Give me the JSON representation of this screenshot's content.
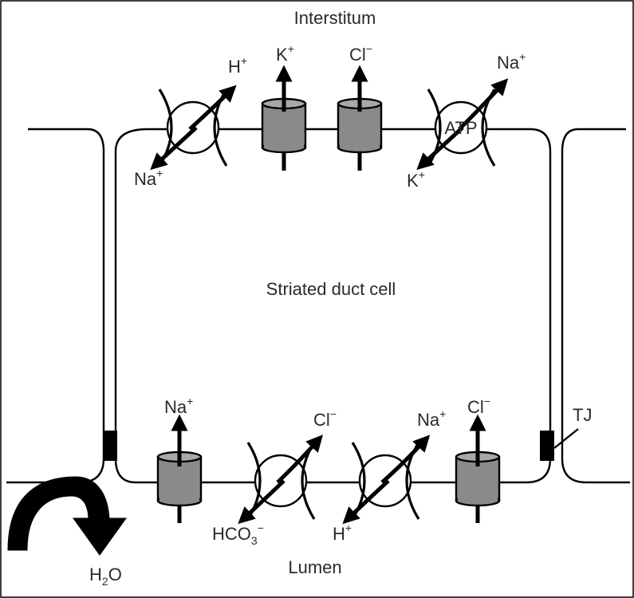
{
  "labels": {
    "interstitum": "Interstitum",
    "lumen": "Lumen",
    "cell": "Striated duct cell",
    "tj": "TJ",
    "atp": "ATP",
    "water": {
      "base": "H",
      "sub": "2",
      "tail": "O"
    }
  },
  "ions": {
    "top_exchanger_out": {
      "base": "H",
      "sup": "+"
    },
    "top_exchanger_in": {
      "base": "Na",
      "sup": "+"
    },
    "top_k_channel": {
      "base": "K",
      "sup": "+"
    },
    "top_cl_channel": {
      "base": "Cl",
      "sup": "−"
    },
    "pump_out": {
      "base": "Na",
      "sup": "+"
    },
    "pump_in": {
      "base": "K",
      "sup": "+"
    },
    "bottom_na_channel": {
      "base": "Na",
      "sup": "+"
    },
    "bottom_ae_in": {
      "base": "Cl",
      "sup": "−"
    },
    "bottom_ae_out": {
      "base": "HCO",
      "sub": "3",
      "sup": "−"
    },
    "bottom_nhe_in": {
      "base": "Na",
      "sup": "+"
    },
    "bottom_nhe_out": {
      "base": "H",
      "sup": "+"
    },
    "bottom_cl_channel": {
      "base": "Cl",
      "sup": "−"
    }
  }
}
